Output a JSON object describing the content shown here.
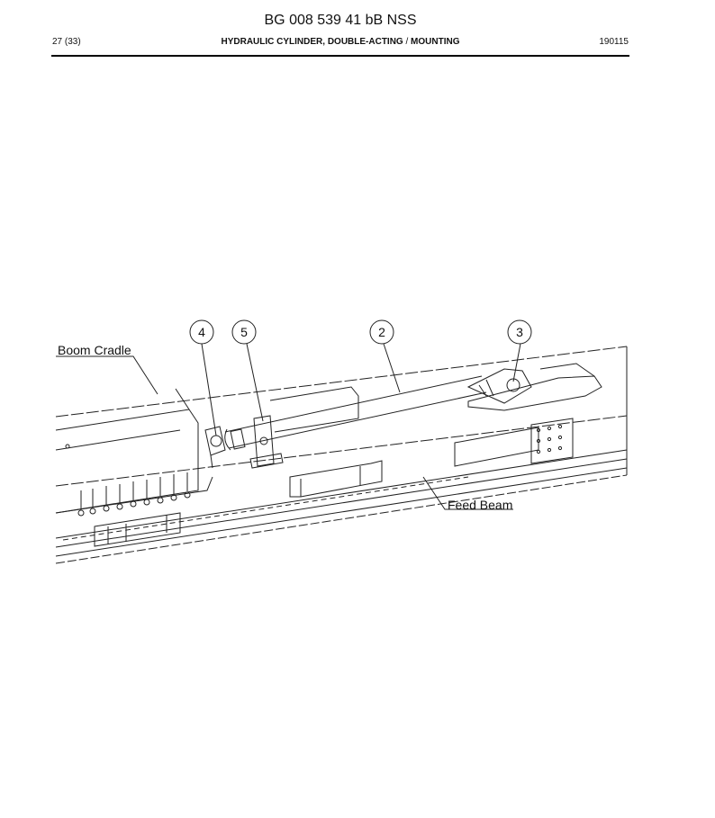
{
  "header": {
    "doc_number": "BG 008 539 41 bB NSS",
    "page": "27 (33)",
    "title_main": "HYDRAULIC CYLINDER, DOUBLE-ACTING",
    "title_sep": "/",
    "title_sub": "MOUNTING",
    "date_code": "190115"
  },
  "drawing": {
    "balloons": [
      "4",
      "5",
      "2",
      "3"
    ],
    "labels": {
      "boom_cradle": "Boom Cradle",
      "feed_beam": "Feed Beam"
    }
  }
}
